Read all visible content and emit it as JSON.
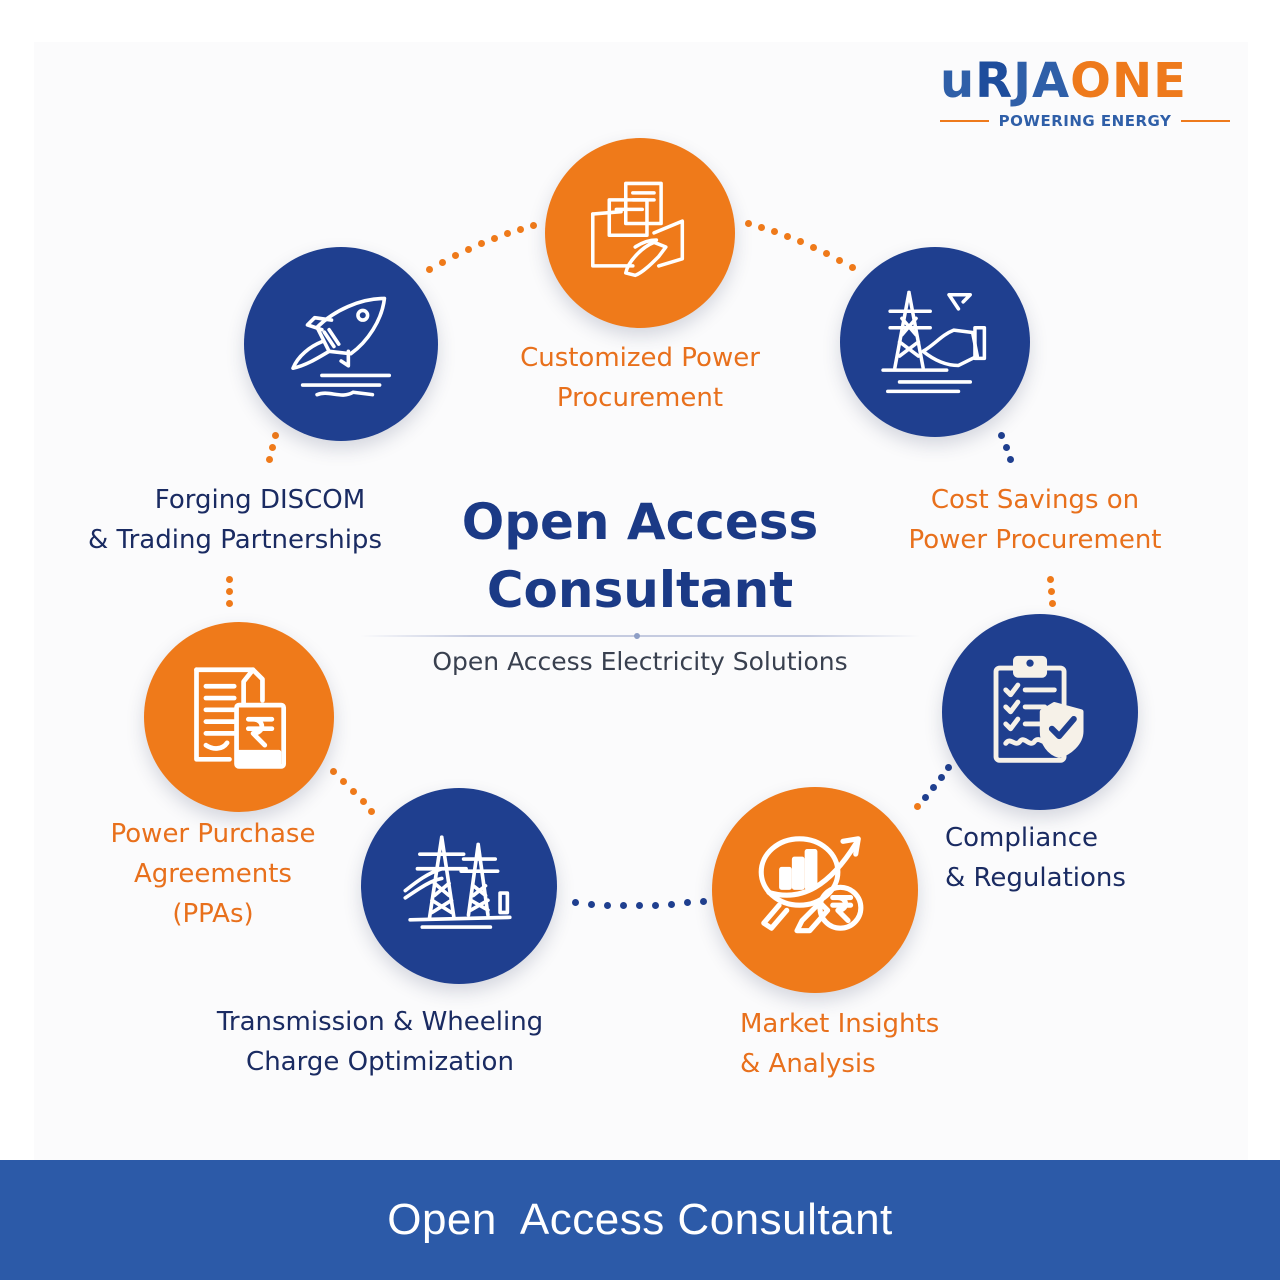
{
  "logo": {
    "brand_parts": [
      "u",
      "R",
      "JA",
      "ONE"
    ],
    "tagline": "POWERING ENERGY",
    "colors": {
      "blue": "#2f5fa8",
      "orange": "#ee7a1c"
    }
  },
  "center": {
    "title_line1": "Open Access",
    "title_line2": "Consultant",
    "subtitle": "Open Access Electricity Solutions"
  },
  "services": [
    {
      "id": "customized-power-procurement",
      "line1": "Customized Power",
      "line2": "Procurement",
      "icon": "handshake-documents-icon",
      "color": "orange"
    },
    {
      "id": "cost-savings",
      "line1": "Cost Savings on",
      "line2": "Power Procurement",
      "icon": "transmission-tower-handshake-icon",
      "color": "blue",
      "label_color": "orange"
    },
    {
      "id": "compliance",
      "line1": "Compliance",
      "line2": "& Regulations",
      "icon": "clipboard-shield-check-icon",
      "color": "blue"
    },
    {
      "id": "market-insights",
      "line1": "Market Insights",
      "line2": "& Analysis",
      "icon": "magnifier-chart-rupee-icon",
      "color": "orange"
    },
    {
      "id": "transmission-wheeling",
      "line1": "Transmission & Wheeling",
      "line2": "Charge Optimization",
      "icon": "transmission-towers-icon",
      "color": "blue"
    },
    {
      "id": "ppa",
      "line1": "Power Purchase",
      "line2": "Agreements",
      "line3": "(PPAs)",
      "icon": "document-rupee-icon",
      "color": "orange"
    },
    {
      "id": "discom-partnerships",
      "line1": "Forging DISCOM",
      "line2": "& Trading Partnerships",
      "icon": "rocket-icon",
      "color": "blue"
    }
  ],
  "banner": {
    "text": "Open  Access Consultant"
  },
  "colors": {
    "orange": "#ef7a1a",
    "navy": "#1f3f8f",
    "banner": "#2c5aa8",
    "title": "#1b3a86"
  }
}
